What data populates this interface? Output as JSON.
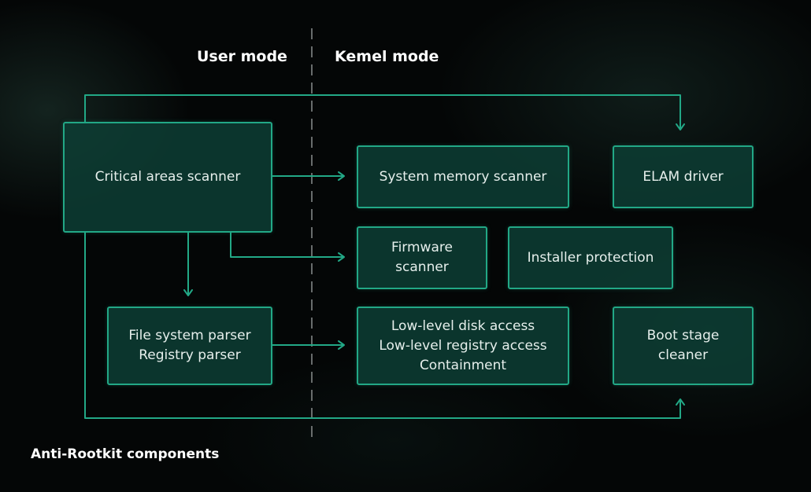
{
  "diagram": {
    "caption": "Anti-Rootkit components",
    "zones": {
      "user_mode": "User mode",
      "kernel_mode": "Kemel mode"
    },
    "colors": {
      "background": "#040606",
      "box_fill": "#0e4036",
      "box_border": "#22a886",
      "connector": "#22a886",
      "divider": "#8a8f8e",
      "text": "#e6efec"
    },
    "nodes": [
      {
        "id": "critical-areas-scanner",
        "label": "Critical areas scanner",
        "zone": "user"
      },
      {
        "id": "system-memory-scanner",
        "label": "System memory scanner",
        "zone": "kernel"
      },
      {
        "id": "elam-driver",
        "label": "ELAM driver",
        "zone": "kernel"
      },
      {
        "id": "firmware-scanner",
        "label": "Firmware\nscanner",
        "zone": "kernel"
      },
      {
        "id": "installer-protection",
        "label": "Installer protection",
        "zone": "kernel"
      },
      {
        "id": "file-registry-parser",
        "label": "File system parser\nRegistry parser",
        "zone": "user"
      },
      {
        "id": "low-level-access",
        "label": "Low-level disk access\nLow-level registry access\nContainment",
        "zone": "kernel"
      },
      {
        "id": "boot-stage-cleaner",
        "label": "Boot stage\ncleaner",
        "zone": "kernel"
      }
    ],
    "edges": [
      {
        "from": "critical-areas-scanner",
        "to": "system-memory-scanner"
      },
      {
        "from": "critical-areas-scanner",
        "to": "elam-driver"
      },
      {
        "from": "critical-areas-scanner",
        "to": "firmware-scanner"
      },
      {
        "from": "critical-areas-scanner",
        "to": "file-registry-parser"
      },
      {
        "from": "critical-areas-scanner",
        "to": "boot-stage-cleaner"
      },
      {
        "from": "file-registry-parser",
        "to": "low-level-access"
      }
    ]
  }
}
